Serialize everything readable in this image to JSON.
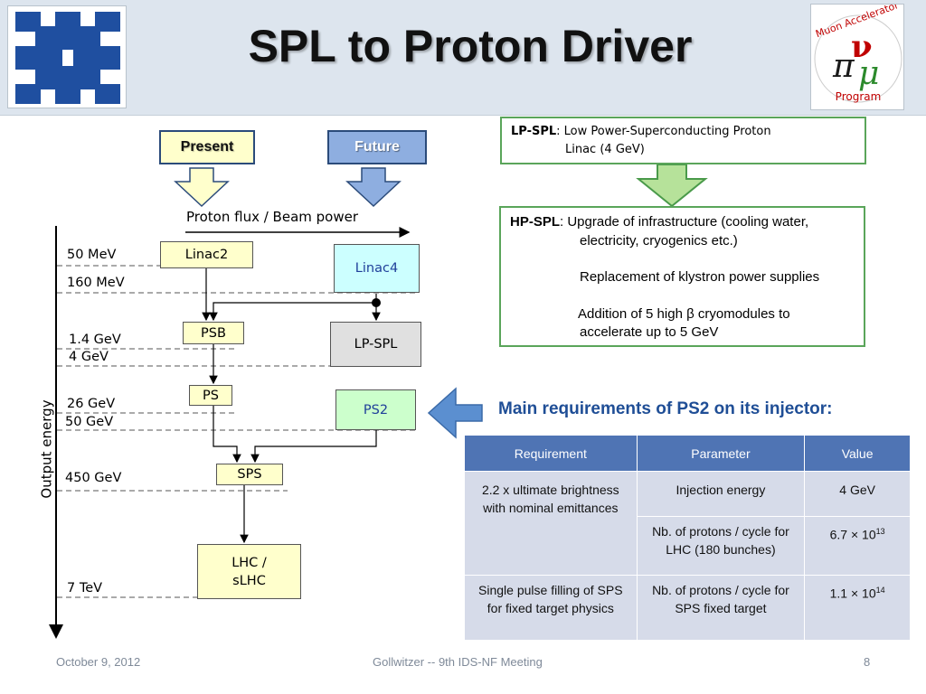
{
  "title": "SPL to Proton Driver",
  "logo_right": {
    "ring_text": "Muon Accelerator Program"
  },
  "legend": {
    "present": "Present",
    "future": "Future"
  },
  "axis": {
    "flux_label": "Proton flux / Beam power",
    "energy_label": "Output energy",
    "energies": [
      "50 MeV",
      "160 MeV",
      "1.4 GeV",
      "4 GeV",
      "26 GeV",
      "50 GeV",
      "450 GeV",
      "7 TeV"
    ]
  },
  "machines": {
    "linac2": "Linac2",
    "linac4": "Linac4",
    "psb": "PSB",
    "lpspl": "LP-SPL",
    "ps": "PS",
    "ps2": "PS2",
    "sps": "SPS",
    "lhc_line1": "LHC /",
    "lhc_line2": "sLHC"
  },
  "lpspl_note": {
    "bold": "LP-SPL",
    "text1": ": Low Power-Superconducting Proton",
    "text2": "Linac (4 GeV)"
  },
  "hpspl_note": {
    "bold": "HP-SPL",
    "line1": ": Upgrade of infrastructure (cooling water,",
    "line2": "electricity, cryogenics etc.)",
    "line3": "Replacement of klystron power supplies",
    "line4": "Addition of 5 high β cryomodules to",
    "line5": "accelerate up to 5 GeV"
  },
  "requirements": {
    "title": "Main requirements of PS2 on its injector:",
    "headers": [
      "Requirement",
      "Parameter",
      "Value"
    ],
    "req1": "2.2 x ultimate brightness with nominal emittances",
    "param1": "Injection energy",
    "value1": "4 GeV",
    "param2": "Nb. of protons / cycle for LHC (180 bunches)",
    "value2_base": "6.7 × 10",
    "value2_exp": "13",
    "req3": "Single pulse filling of SPS for fixed target physics",
    "param3": "Nb. of protons / cycle for SPS fixed target",
    "value3_base": "1.1 × 10",
    "value3_exp": "14"
  },
  "footer": {
    "date": "October 9, 2012",
    "center": "Gollwitzer -- 9th IDS-NF Meeting",
    "page": "8"
  },
  "colors": {
    "present": "#ffffcc",
    "future": "#8eaee0",
    "linac4": "#ccffff",
    "ps2": "#ccffcc",
    "lpspl": "#e0e0e0",
    "table_header": "#4f74b4",
    "table_cell": "#d6dbe9",
    "note_border": "#5aa55a"
  }
}
